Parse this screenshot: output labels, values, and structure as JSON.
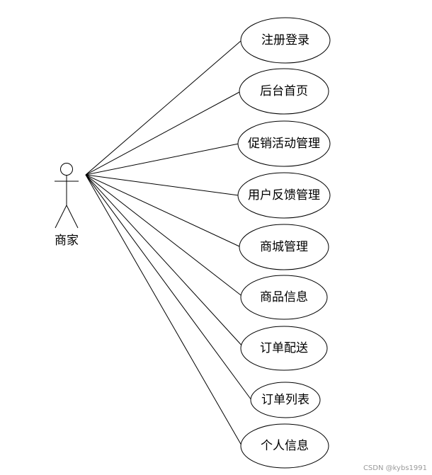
{
  "actor": {
    "name": "商家"
  },
  "use_cases": [
    {
      "label": "注册登录"
    },
    {
      "label": "后台首页"
    },
    {
      "label": "促销活动管理"
    },
    {
      "label": "用户反馈管理"
    },
    {
      "label": "商城管理"
    },
    {
      "label": "商品信息"
    },
    {
      "label": "订单配送"
    },
    {
      "label": "订单列表"
    },
    {
      "label": "个人信息"
    }
  ],
  "watermark": "CSDN @kybs1991",
  "colors": {
    "stroke": "#000000",
    "background": "#ffffff",
    "watermark": "#9a9a9a"
  }
}
